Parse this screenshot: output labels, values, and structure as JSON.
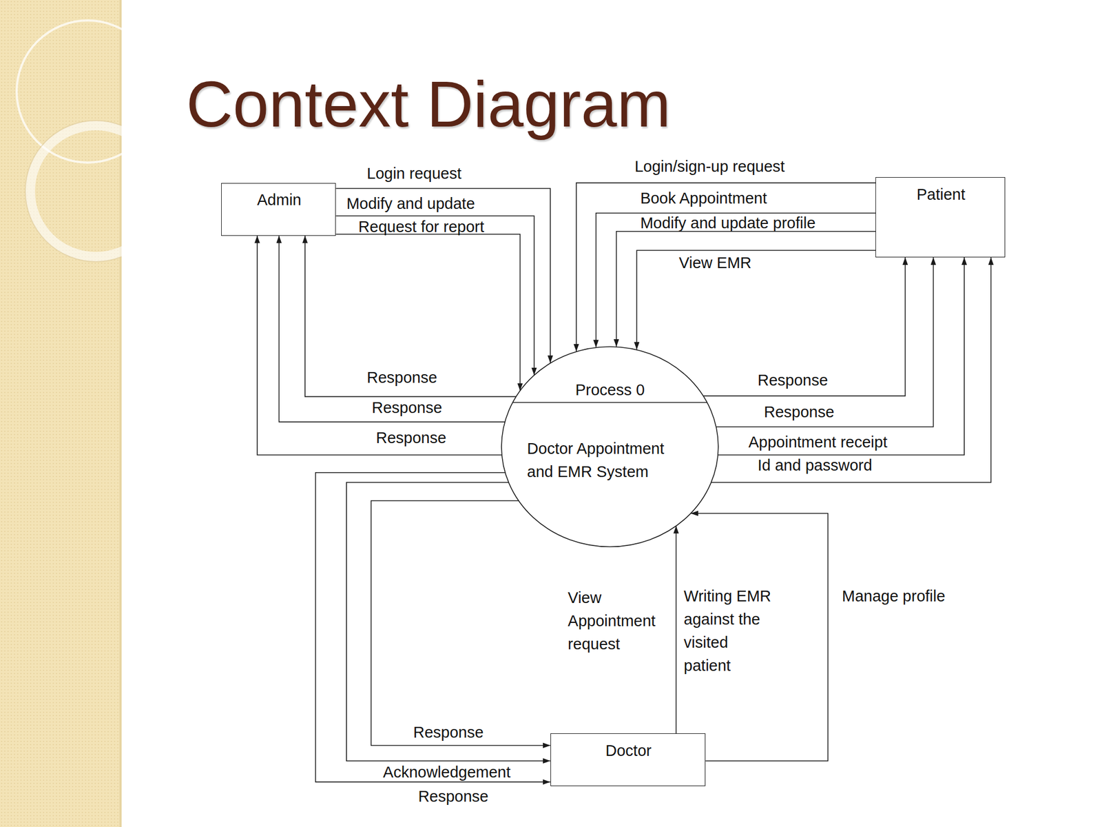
{
  "diagram": {
    "title": "Context Diagram",
    "nodes": [
      {
        "text": [
          "Admin"
        ]
      },
      {
        "text": [
          "Patient"
        ]
      },
      {
        "text": [
          "Process 0",
          "Doctor Appointment and EMR System"
        ]
      },
      {
        "text": [
          "Doctor"
        ]
      }
    ],
    "edges": [
      {
        "from": 0,
        "to": 2,
        "arrow": "to",
        "label": "Login request"
      },
      {
        "from": 0,
        "to": 2,
        "arrow": "to",
        "label": "Modify and update"
      },
      {
        "from": 0,
        "to": 2,
        "arrow": "to",
        "label": "Request for report"
      },
      {
        "from": 2,
        "to": 0,
        "arrow": "to",
        "label": "Response"
      },
      {
        "from": 2,
        "to": 0,
        "arrow": "to",
        "label": "Response"
      },
      {
        "from": 2,
        "to": 0,
        "arrow": "to",
        "label": "Response"
      },
      {
        "from": 1,
        "to": 2,
        "arrow": "to",
        "label": "Login/sign-up request"
      },
      {
        "from": 1,
        "to": 2,
        "arrow": "to",
        "label": "Book Appointment"
      },
      {
        "from": 1,
        "to": 2,
        "arrow": "to",
        "label": "Modify and update profile"
      },
      {
        "from": 1,
        "to": 2,
        "arrow": "to",
        "label": "View EMR"
      },
      {
        "from": 2,
        "to": 1,
        "arrow": "to",
        "label": "Response"
      },
      {
        "from": 2,
        "to": 1,
        "arrow": "to",
        "label": "Response"
      },
      {
        "from": 2,
        "to": 1,
        "arrow": "to",
        "label": "Appointment receipt"
      },
      {
        "from": 2,
        "to": 1,
        "arrow": "to",
        "label": "Id and password"
      },
      {
        "from": 2,
        "to": 3,
        "arrow": "to",
        "label": "Response"
      },
      {
        "from": 2,
        "to": 3,
        "arrow": "to",
        "label": "Acknowledgement"
      },
      {
        "from": 2,
        "to": 3,
        "arrow": "to",
        "label": "Response"
      },
      {
        "from": 3,
        "to": 2,
        "arrow": "to",
        "label": "Writing EMR against the visited patient"
      },
      {
        "from": 3,
        "to": 2,
        "arrow": "to",
        "label": "Manage profile"
      }
    ],
    "labels": [
      "View Appointment request"
    ]
  }
}
